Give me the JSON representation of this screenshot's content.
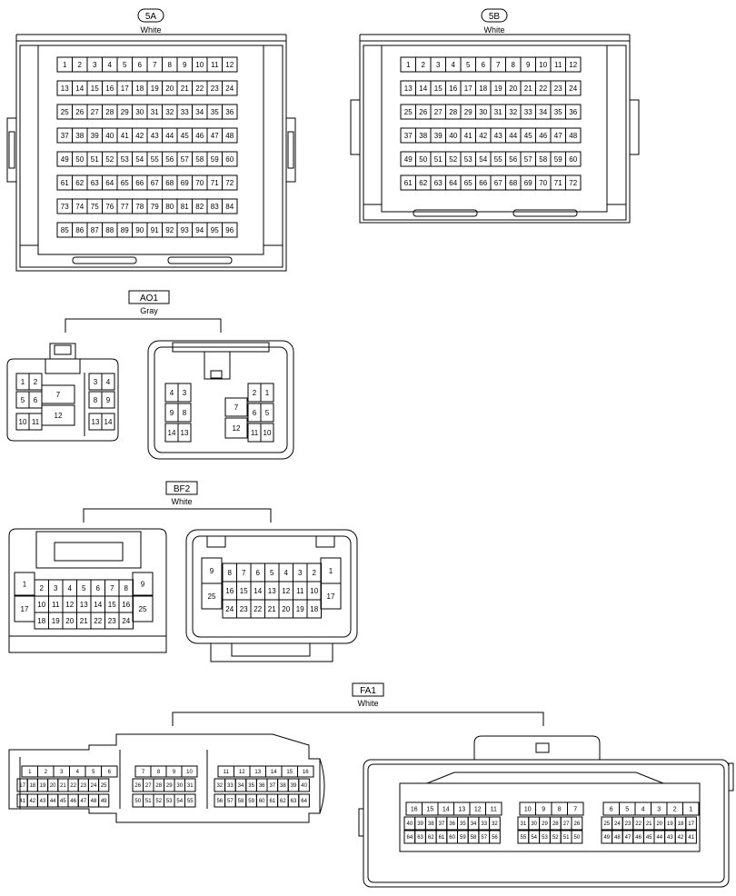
{
  "connectors": {
    "c5a": {
      "code": "5A",
      "color": "White"
    },
    "c5b": {
      "code": "5B",
      "color": "White"
    },
    "ao1": {
      "code": "AO1",
      "color": "Gray"
    },
    "bf2": {
      "code": "BF2",
      "color": "White"
    },
    "fa1": {
      "code": "FA1",
      "color": "White"
    }
  }
}
